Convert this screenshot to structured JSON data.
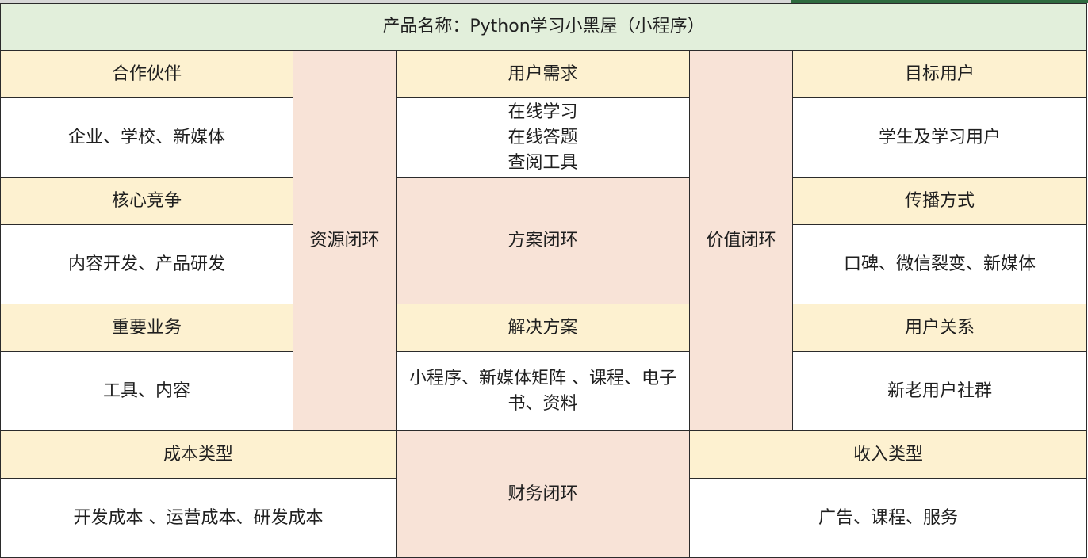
{
  "title": "产品名称：Python学习小黑屋（小程序）",
  "left": {
    "partners": {
      "label": "合作伙伴",
      "value": "企业、学校、新媒体"
    },
    "core_competition": {
      "label": "核心竞争",
      "value": "内容开发、产品研发"
    },
    "key_business": {
      "label": "重要业务",
      "value": "工具、内容"
    }
  },
  "resource_loop": "资源闭环",
  "center": {
    "user_needs": {
      "label": "用户需求",
      "value": "在线学习\n在线答题\n查阅工具"
    },
    "plan_loop": "方案闭环",
    "solution": {
      "label": "解决方案",
      "value": "小程序、新媒体矩阵 、课程、电子书、资料"
    }
  },
  "value_loop": "价值闭环",
  "right": {
    "target_users": {
      "label": "目标用户",
      "value": "学生及学习用户"
    },
    "channels": {
      "label": "传播方式",
      "value": "口碑、微信裂变、新媒体"
    },
    "relationship": {
      "label": "用户关系",
      "value": "新老用户社群"
    }
  },
  "bottom": {
    "cost": {
      "label": "成本类型",
      "value": "开发成本 、运营成本、研发成本"
    },
    "finance_loop": "财务闭环",
    "revenue": {
      "label": "收入类型",
      "value": "广告、课程、服务"
    }
  },
  "colors": {
    "title_bg": "#e2efdb",
    "header_bg": "#fdf1d0",
    "loop_bg": "#f8e3d7",
    "grid_line": "#2b2b2b",
    "sheet_accent": "#2e6b3f"
  }
}
